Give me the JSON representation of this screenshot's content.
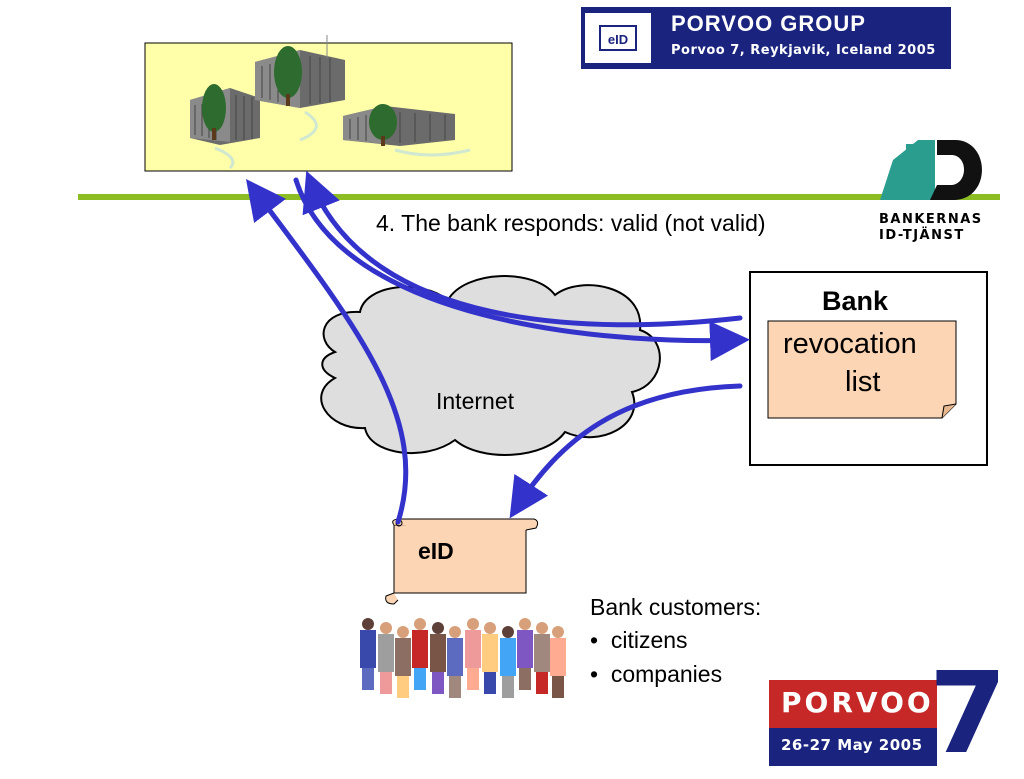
{
  "header": {
    "eid_badge": "eID",
    "title": "PORVOO GROUP",
    "subtitle": "Porvoo 7, Reykjavik, Iceland 2005"
  },
  "id_logo": {
    "line1": "BANKERNAS",
    "line2": "ID-TJÄNST"
  },
  "step_text": "4. The bank responds: valid (not valid)",
  "internet_label": "Internet",
  "bank": {
    "title": "Bank",
    "list_line1": "revocation",
    "list_line2": "list"
  },
  "eid_doc_label": "eID",
  "customers": {
    "title": "Bank customers:",
    "items": [
      "citizens",
      "companies"
    ]
  },
  "porvoo_logo": {
    "word": "PORVOO",
    "number": "7",
    "date": "26-27 May 2005"
  },
  "colors": {
    "arrow": "#3333cc",
    "green_line": "#8cbd22",
    "buildings_bg": "#ffffaa",
    "note_fill": "#fcd5b4",
    "cloud_fill": "#dedede",
    "id_logo_teal": "#2a9d8f",
    "header_navy": "#1a237e",
    "porvoo_red": "#c62828"
  }
}
